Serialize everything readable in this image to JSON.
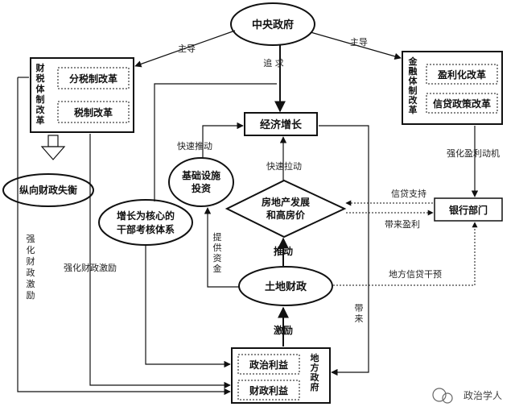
{
  "nodes": {
    "central_government": "中央政府",
    "fiscal_reform": "财税体制改革",
    "tax_sharing_reform": "分税制改革",
    "tax_system_reform": "税制改革",
    "financial_reform": "金融体制改革",
    "profit_reform": "盈利化改革",
    "credit_policy_reform": "信贷政策改革",
    "economic_growth": "经济增长",
    "vertical_imbalance": "纵向财政失衡",
    "infrastructure_line1": "基础设施",
    "infrastructure_line2": "投资",
    "real_estate_line1": "房地产发展",
    "real_estate_line2": "和高房价",
    "bank": "银行部门",
    "growth_evaluation_line1": "增长为核心的",
    "growth_evaluation_line2": "干部考核体系",
    "land_finance": "土地财政",
    "local_government": "地方政府",
    "political_interest": "政治利益",
    "fiscal_interest": "财政利益"
  },
  "edges": {
    "lead_left": "主导",
    "lead_right": "主导",
    "pursue": "追 求",
    "rapid_push": "快速推动",
    "rapid_pull": "快速拉动",
    "strengthen_profit_motive": "强化盈利动机",
    "credit_support": "信贷支持",
    "bring_profit": "带来盈利",
    "provide_funds": "提供资金",
    "push": "推动",
    "local_credit_intervention": "地方信贷干预",
    "strengthen_fiscal_incentive_vertical": "强化财政激励",
    "strengthen_fiscal_incentive": "强化财政激励",
    "incentive": "激励",
    "bring": "带来"
  },
  "watermark": "政治学人"
}
